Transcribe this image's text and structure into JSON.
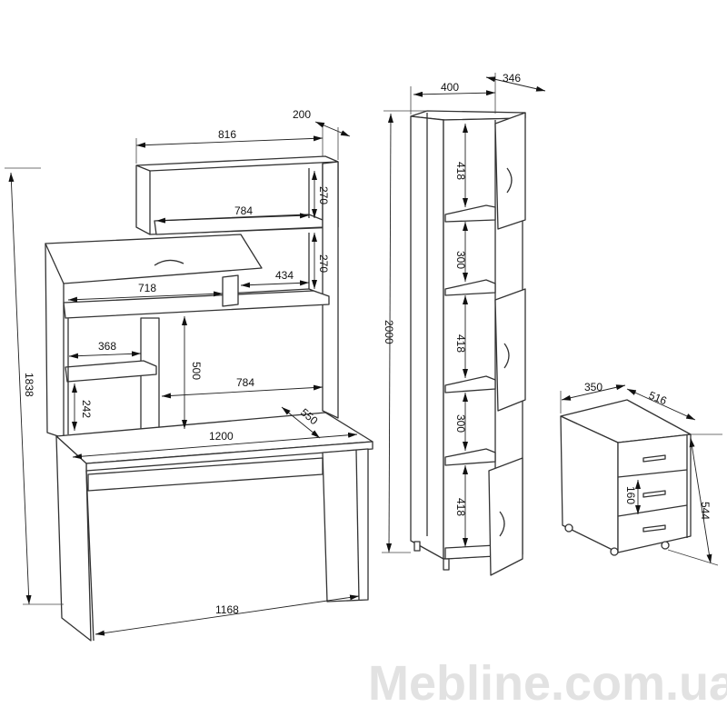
{
  "title": "Furniture set dimensions diagram",
  "watermark": "Mebline.com.ua",
  "desk": {
    "hutch_width": "816",
    "hutch_depth": "200",
    "upper_shelf_width": "784",
    "upper_shelf_height": "270",
    "middle_shelf_height": "270",
    "middle_shelf_width": "434",
    "monitor_shelf_width": "718",
    "side_shelf_width": "368",
    "opening_height": "500",
    "opening_width": "784",
    "side_lower_height": "242",
    "desk_depth": "550",
    "desk_width": "1200",
    "leg_span": "1168",
    "total_height": "1838"
  },
  "cabinet": {
    "width": "400",
    "depth": "346",
    "total_height": "2000",
    "compartments": [
      "418",
      "300",
      "418",
      "300",
      "418"
    ]
  },
  "pedestal": {
    "width": "350",
    "depth": "516",
    "drawer_height": "160",
    "total_height": "544"
  }
}
